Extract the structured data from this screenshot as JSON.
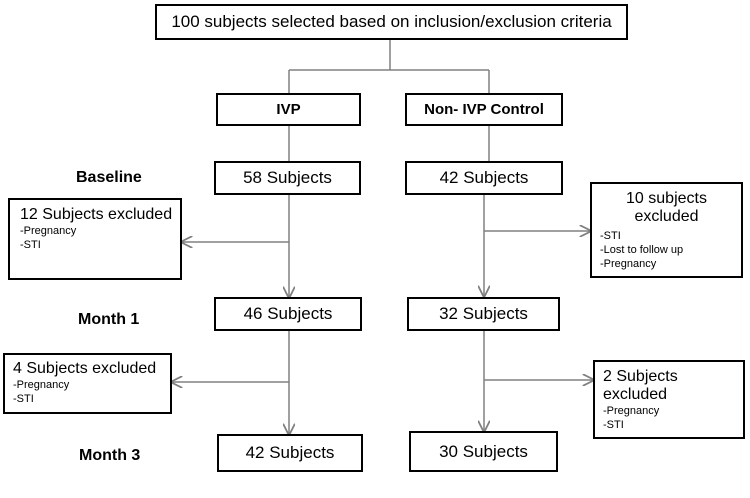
{
  "top": "100 subjects selected based on inclusion/exclusion criteria",
  "groups": {
    "ivp": "IVP",
    "control": "Non- IVP Control"
  },
  "timepoints": [
    "Baseline",
    "Month 1",
    "Month 3"
  ],
  "ivp_counts": [
    "58 Subjects",
    "46 Subjects",
    "42 Subjects"
  ],
  "control_counts": [
    "42 Subjects",
    "32 Subjects",
    "30 Subjects"
  ],
  "exclusions": {
    "ivp_baseline": {
      "title": "12 Subjects excluded",
      "items": [
        "-Pregnancy",
        "-STI"
      ]
    },
    "control_baseline": {
      "title_line1": "10 subjects",
      "title_line2": "excluded",
      "items": [
        "-STI",
        "-Lost to follow up",
        "-Pregnancy"
      ]
    },
    "ivp_month1": {
      "title": "4 Subjects excluded",
      "items": [
        "-Pregnancy",
        "-STI"
      ]
    },
    "control_month1": {
      "title": "2 Subjects excluded",
      "items": [
        "-Pregnancy",
        "-STI"
      ]
    }
  },
  "colors": {
    "border": "#000000",
    "connector": "#808080"
  }
}
